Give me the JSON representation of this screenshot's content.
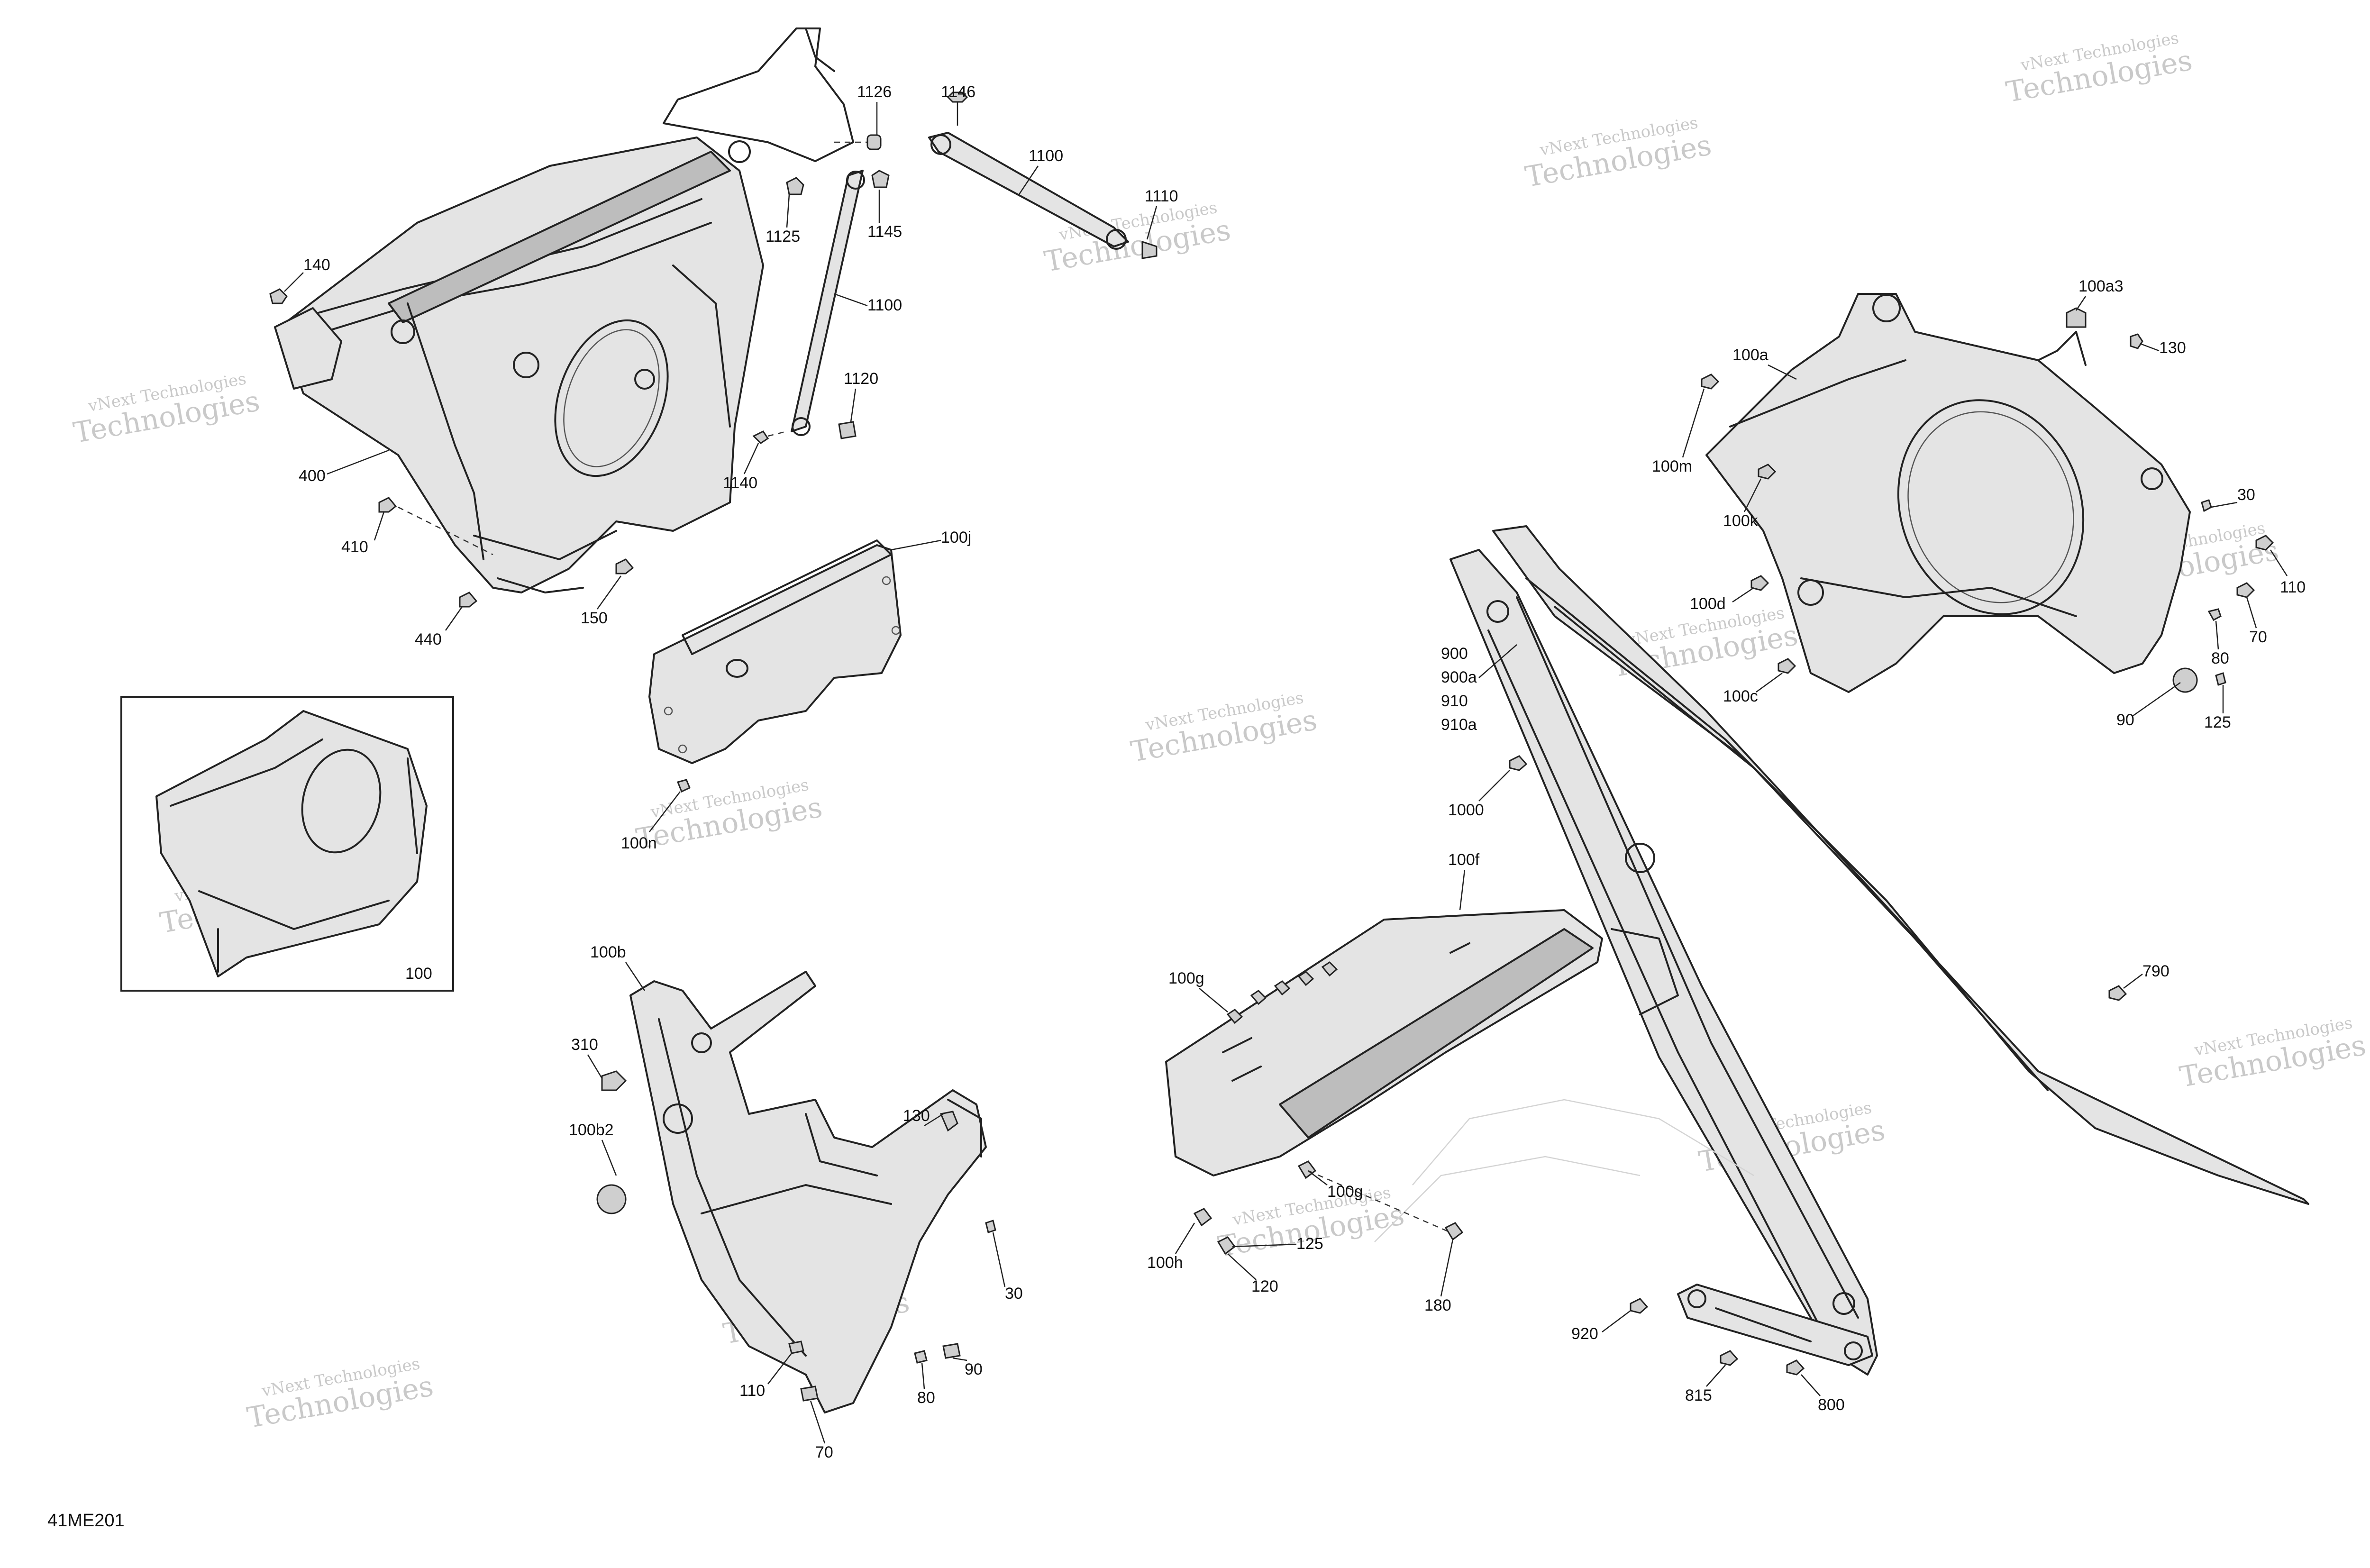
{
  "drawing_id": "41ME201",
  "watermark": {
    "line1": "vNext Technologies",
    "line2": "Technologies"
  },
  "labels": [
    {
      "id": "1126",
      "text": "1126"
    },
    {
      "id": "1146",
      "text": "1146"
    },
    {
      "id": "1100-top",
      "text": "1100"
    },
    {
      "id": "1110",
      "text": "1110"
    },
    {
      "id": "1125",
      "text": "1125"
    },
    {
      "id": "1145",
      "text": "1145"
    },
    {
      "id": "1100-mid",
      "text": "1100"
    },
    {
      "id": "1120",
      "text": "1120"
    },
    {
      "id": "1140",
      "text": "1140"
    },
    {
      "id": "140",
      "text": "140"
    },
    {
      "id": "400",
      "text": "400"
    },
    {
      "id": "410",
      "text": "410"
    },
    {
      "id": "440",
      "text": "440"
    },
    {
      "id": "150",
      "text": "150"
    },
    {
      "id": "100j",
      "text": "100j"
    },
    {
      "id": "100n",
      "text": "100n"
    },
    {
      "id": "100",
      "text": "100"
    },
    {
      "id": "100b",
      "text": "100b"
    },
    {
      "id": "310",
      "text": "310"
    },
    {
      "id": "100b2",
      "text": "100b2"
    },
    {
      "id": "130-bottom",
      "text": "130"
    },
    {
      "id": "30-bottom",
      "text": "30"
    },
    {
      "id": "110-bottom",
      "text": "110"
    },
    {
      "id": "80-bottom",
      "text": "80"
    },
    {
      "id": "90-bottom",
      "text": "90"
    },
    {
      "id": "70-bottom",
      "text": "70"
    },
    {
      "id": "100a3",
      "text": "100a3"
    },
    {
      "id": "130-right",
      "text": "130"
    },
    {
      "id": "100a",
      "text": "100a"
    },
    {
      "id": "100m",
      "text": "100m"
    },
    {
      "id": "100k",
      "text": "100k"
    },
    {
      "id": "30-right",
      "text": "30"
    },
    {
      "id": "110-right",
      "text": "110"
    },
    {
      "id": "100d",
      "text": "100d"
    },
    {
      "id": "70-right",
      "text": "70"
    },
    {
      "id": "80-right",
      "text": "80"
    },
    {
      "id": "100c",
      "text": "100c"
    },
    {
      "id": "90-right",
      "text": "90"
    },
    {
      "id": "125-right",
      "text": "125"
    },
    {
      "id": "900",
      "text": "900"
    },
    {
      "id": "900a",
      "text": "900a"
    },
    {
      "id": "910",
      "text": "910"
    },
    {
      "id": "910a",
      "text": "910a"
    },
    {
      "id": "1000",
      "text": "1000"
    },
    {
      "id": "100f",
      "text": "100f"
    },
    {
      "id": "100g-left",
      "text": "100g"
    },
    {
      "id": "100g-right",
      "text": "100g"
    },
    {
      "id": "790",
      "text": "790"
    },
    {
      "id": "125-bottom",
      "text": "125"
    },
    {
      "id": "100h",
      "text": "100h"
    },
    {
      "id": "120",
      "text": "120"
    },
    {
      "id": "180",
      "text": "180"
    },
    {
      "id": "920",
      "text": "920"
    },
    {
      "id": "815",
      "text": "815"
    },
    {
      "id": "800",
      "text": "800"
    }
  ]
}
